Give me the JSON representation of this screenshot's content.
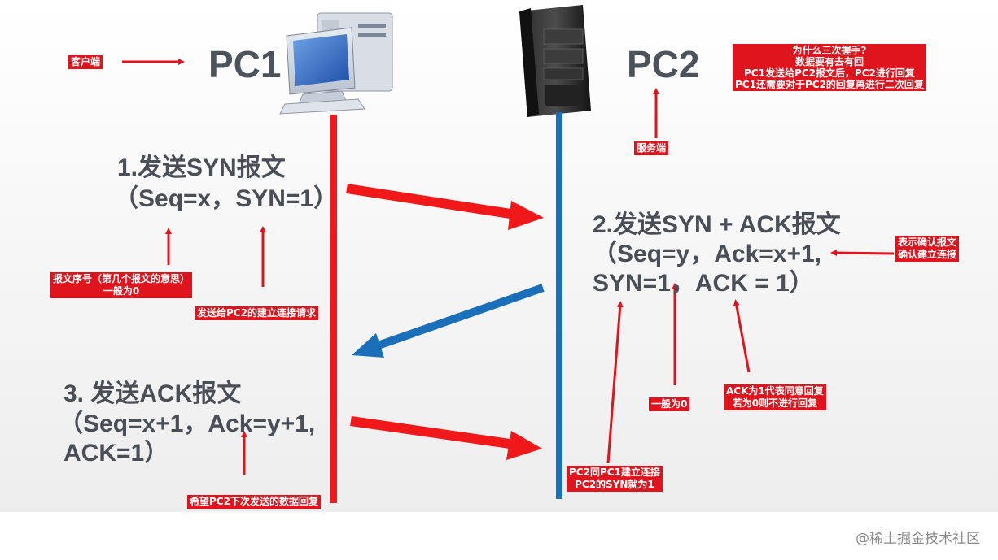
{
  "nodes": {
    "pc1": "PC1",
    "pc2": "PC2"
  },
  "steps": {
    "s1": {
      "line1": "1.发送SYN报文",
      "line2": "（Seq=x，SYN=1）"
    },
    "s2": {
      "line1": "2.发送SYN + ACK报文",
      "line2": "（Seq=y，Ack=x+1,",
      "line3": "SYN=1，ACK = 1）"
    },
    "s3": {
      "line1": "3. 发送ACK报文",
      "line2": "（Seq=x+1，Ack=y+1,",
      "line3": "ACK=1）"
    }
  },
  "notes": {
    "client": "客户端",
    "server": "服务端",
    "why": [
      "为什么三次握手?",
      "数据要有去有回",
      "PC1发送给PC2报文后，PC2进行回复",
      "PC1还需要对于PC2的回复再进行二次回复"
    ],
    "seq_meaning": [
      "报文序号（第几个报文的意思）",
      "一般为0"
    ],
    "send_request": "发送给PC2的建立连接请求",
    "confirm": [
      "表示确认报文",
      "确认建立连接"
    ],
    "ack_meaning": [
      "ACK为1代表同意回复",
      "若为0则不进行回复"
    ],
    "general_zero": "一般为0",
    "pc2_syn": [
      "PC2同PC1建立连接",
      "PC2的SYN就为1"
    ],
    "hope_reply": "希望PC2下次发送的数据回复"
  },
  "watermark": "@稀土掘金技术社区",
  "colors": {
    "pc1_line": "#f01818",
    "pc2_line": "#1a6fb8",
    "note_bg": "#e0141c",
    "text": "#4a4f57"
  },
  "icons": {
    "pc1": "desktop-computer-icon",
    "pc2": "server-tower-icon"
  }
}
